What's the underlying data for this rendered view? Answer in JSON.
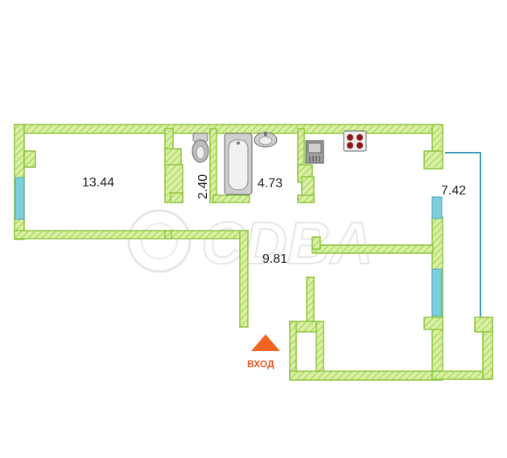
{
  "rooms": [
    {
      "id": "bedroom",
      "area": "13.44"
    },
    {
      "id": "toilet",
      "area": "2.40"
    },
    {
      "id": "bathroom",
      "area": "4.73"
    },
    {
      "id": "balcony",
      "area": "7.42"
    },
    {
      "id": "hall",
      "area": "9.81"
    }
  ],
  "entrance": {
    "label": "ВХОД"
  },
  "watermark": {
    "text": "CDBA"
  },
  "colors": {
    "wall_fill": "#d4ec9a",
    "wall_stroke": "#8ec63f",
    "window": "#7dcddb",
    "balcony_line": "#3e9ab5",
    "entrance_arrow": "#f26522",
    "stove_burner": "#8b1a1a"
  }
}
